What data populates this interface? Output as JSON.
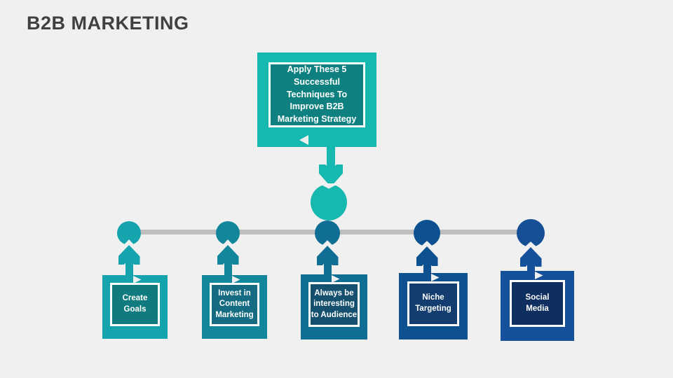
{
  "page": {
    "title": "B2B MARKETING",
    "background_color": "#f0f0f0",
    "title_color": "#404040"
  },
  "hero": {
    "name": "apply-techniques-callout",
    "text": "Apply These 5\nSuccessful\nTechniques To\nImprove B2B\nMarketing Strategy",
    "frame_color": "#16b8b0",
    "inner_color": "#0e8080",
    "border_color": "#ffffff"
  },
  "connector": {
    "arrow_color": "#16b8b0",
    "hub_circle_color": "#16b8b0",
    "rail_color": "#bfbfbf"
  },
  "steps": [
    {
      "index": 1,
      "label": "Create\nGoals",
      "frame_color": "#15a3ad",
      "inner_color": "#107b7e",
      "circle_color": "#15a3ad",
      "arrow_color": "#15a3ad"
    },
    {
      "index": 2,
      "label": "Invest in\nContent\nMarketing",
      "frame_color": "#12879c",
      "inner_color": "#146b82",
      "circle_color": "#12879c",
      "arrow_color": "#12879c"
    },
    {
      "index": 3,
      "label": "Always be\ninteresting\nto Audience",
      "frame_color": "#106e94",
      "inner_color": "#15506f",
      "circle_color": "#106e94",
      "arrow_color": "#106e94"
    },
    {
      "index": 4,
      "label": "Niche\nTargeting",
      "frame_color": "#0e5190",
      "inner_color": "#123d6e",
      "circle_color": "#0e5190",
      "arrow_color": "#0e5190"
    },
    {
      "index": 5,
      "label": "Social\nMedia",
      "frame_color": "#15519a",
      "inner_color": "#102f61",
      "circle_color": "#154f96",
      "arrow_color": "#15519a"
    }
  ]
}
